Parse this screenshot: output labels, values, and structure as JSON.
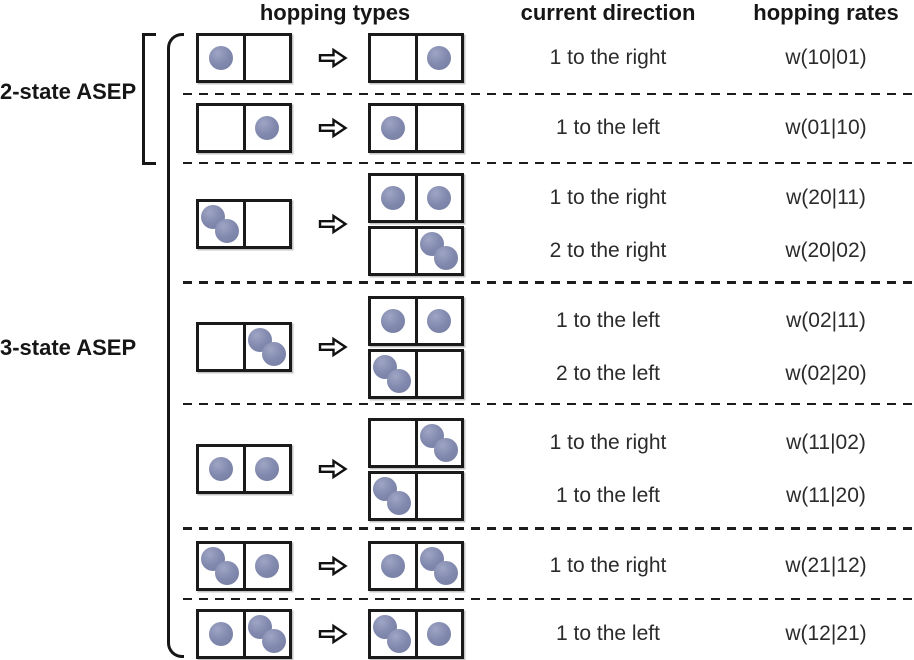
{
  "figure": {
    "headers": {
      "hopping_types": "hopping types",
      "current_direction": "current direction",
      "hopping_rates": "hopping rates"
    },
    "groups": [
      {
        "id": "2state",
        "label": "2-state ASEP"
      },
      {
        "id": "3state",
        "label": "3-state ASEP"
      }
    ],
    "icons": {
      "hop_arrow": "⇨"
    },
    "colors": {
      "particle": "#8189ae",
      "particle_highlight": "#9ea5c4",
      "line": "#1a1a1a",
      "text": "#2b2b2b"
    },
    "rows": [
      {
        "group": "2state",
        "initial": [
          1,
          0
        ],
        "transitions": [
          {
            "final": [
              0,
              1
            ],
            "direction": "1 to the right",
            "rate": "w(10|01)"
          }
        ]
      },
      {
        "group": "2state",
        "initial": [
          0,
          1
        ],
        "transitions": [
          {
            "final": [
              1,
              0
            ],
            "direction": "1 to the left",
            "rate": "w(01|10)"
          }
        ]
      },
      {
        "group": "3state",
        "initial": [
          2,
          0
        ],
        "transitions": [
          {
            "final": [
              1,
              1
            ],
            "direction": "1 to the right",
            "rate": "w(20|11)"
          },
          {
            "final": [
              0,
              2
            ],
            "direction": "2 to the right",
            "rate": "w(20|02)"
          }
        ]
      },
      {
        "group": "3state",
        "initial": [
          0,
          2
        ],
        "transitions": [
          {
            "final": [
              1,
              1
            ],
            "direction": "1 to the left",
            "rate": "w(02|11)"
          },
          {
            "final": [
              2,
              0
            ],
            "direction": "2 to the left",
            "rate": "w(02|20)"
          }
        ]
      },
      {
        "group": "3state",
        "initial": [
          1,
          1
        ],
        "transitions": [
          {
            "final": [
              0,
              2
            ],
            "direction": "1 to the right",
            "rate": "w(11|02)"
          },
          {
            "final": [
              2,
              0
            ],
            "direction": "1 to the left",
            "rate": "w(11|20)"
          }
        ]
      },
      {
        "group": "3state",
        "initial": [
          2,
          1
        ],
        "transitions": [
          {
            "final": [
              1,
              2
            ],
            "direction": "1 to the right",
            "rate": "w(21|12)"
          }
        ]
      },
      {
        "group": "3state",
        "initial": [
          1,
          2
        ],
        "transitions": [
          {
            "final": [
              2,
              1
            ],
            "direction": "1 to the left",
            "rate": "w(12|21)"
          }
        ]
      }
    ]
  }
}
